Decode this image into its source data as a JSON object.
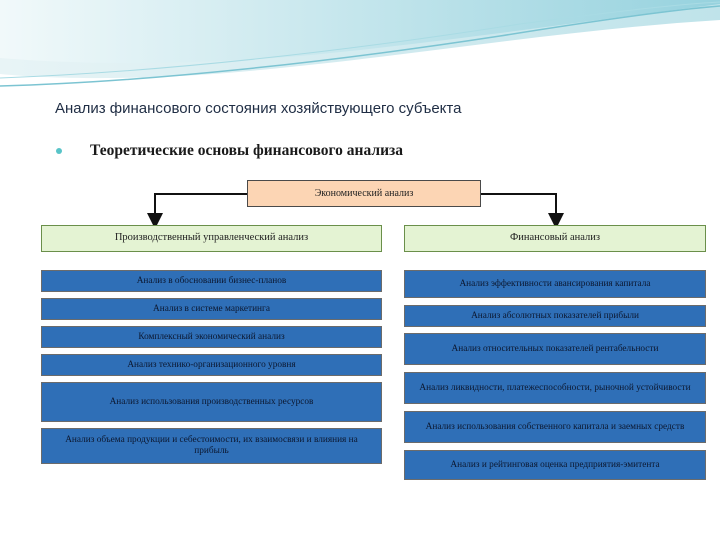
{
  "title": "Анализ финансового состояния хозяйствующего субъекта",
  "subtitle": "Теоретические основы финансового анализа",
  "root": "Экономический анализ",
  "left_branch": {
    "heading": "Производственный управленческий анализ",
    "items": [
      "Анализ в обосновании бизнес-планов",
      "Анализ в системе маркетинга",
      "Комплексный экономический анализ",
      "Анализ технико-организационного уровня",
      "Анализ использования производственных ресурсов",
      "Анализ объема продукции и себестоимости, их взаимосвязи и влияния на прибыль"
    ]
  },
  "right_branch": {
    "heading": "Финансовый анализ",
    "items": [
      "Анализ эффективности авансирования капитала",
      "Анализ абсолютных показателей прибыли",
      "Анализ относительных показателей рентабельности",
      "Анализ ликвидности, платежеспособности, рыночной устойчивости",
      "Анализ использования собственного капитала и заемных средств",
      "Анализ и рейтинговая оценка предприятия-эмитента"
    ]
  },
  "colors": {
    "root_fill": "#fcd5b4",
    "heading_fill": "#e4f3d3",
    "item_fill": "#2f6fb7",
    "accent": "#58c4c8"
  }
}
